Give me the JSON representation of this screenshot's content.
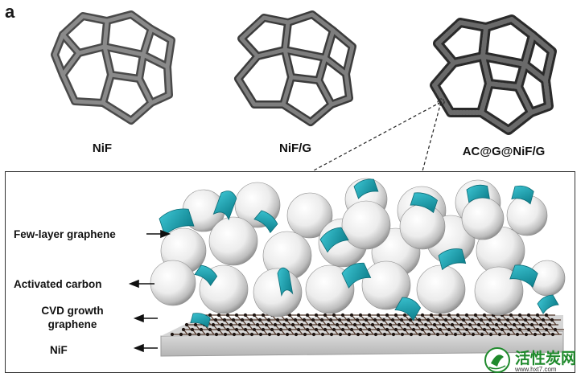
{
  "panel_label": "a",
  "foams": [
    {
      "label": "NiF",
      "tone": "#6f6f6f"
    },
    {
      "label": "NiF/G",
      "tone": "#626262"
    },
    {
      "label": "AC@G@NiF/G",
      "tone": "#3f3f3f"
    }
  ],
  "layers": {
    "few_layer_graphene": "Few-layer graphene",
    "activated_carbon": "Activated carbon",
    "cvd_growth_line1": "CVD growth",
    "cvd_growth_line2": "graphene",
    "nif": "NiF"
  },
  "colors": {
    "graphene_sheet": "#19a3b3",
    "carbon_sphere": "#f2f2f2",
    "substrate": "#c9c9c9",
    "lattice": "#4a2f22",
    "watermark": "#1f8a2c"
  },
  "watermark": {
    "name": "活性炭网",
    "url": "www.hxt7.com"
  }
}
